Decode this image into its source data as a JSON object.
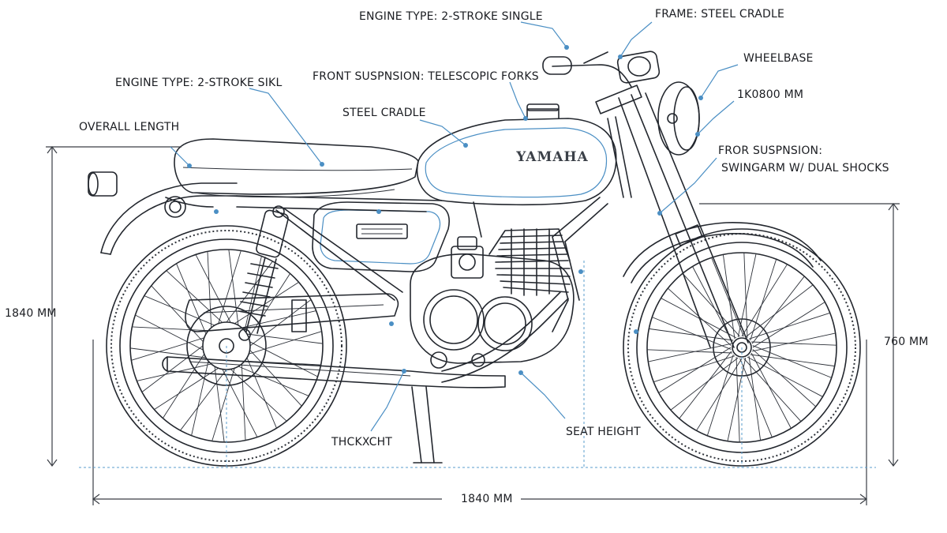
{
  "labels": {
    "engine_type_top": "ENGINE TYPE: 2-STROKE SINGLE",
    "frame": "FRAME: STEEL CRADLE",
    "wheelbase": "WHEELBASE",
    "wheelbase_value": "1K0800 MM",
    "engine_type_left": "ENGINE TYPE: 2-STROKE SIKL",
    "front_suspension": "FRONT SUSPNSION: TELESCOPIC FORKS",
    "steel_cradle": "STEEL CRADLE",
    "overall_length": "OVERALL LENGTH",
    "rear_suspension_line1": "FROR SUSPNSION:",
    "rear_suspension_line2": "SWINGARM W/ DUAL SHOCKS",
    "height_left": "1840 MM",
    "height_right": "760 MM",
    "length_bottom": "1840 MM",
    "seat_height": "SEAT HEIGHT",
    "thickness": "THCKXCHT"
  },
  "tank_brand": "YAMAHA",
  "colors": {
    "line_ink": "#23272e",
    "leader_blue": "#4b8fc4",
    "background": "#ffffff"
  }
}
